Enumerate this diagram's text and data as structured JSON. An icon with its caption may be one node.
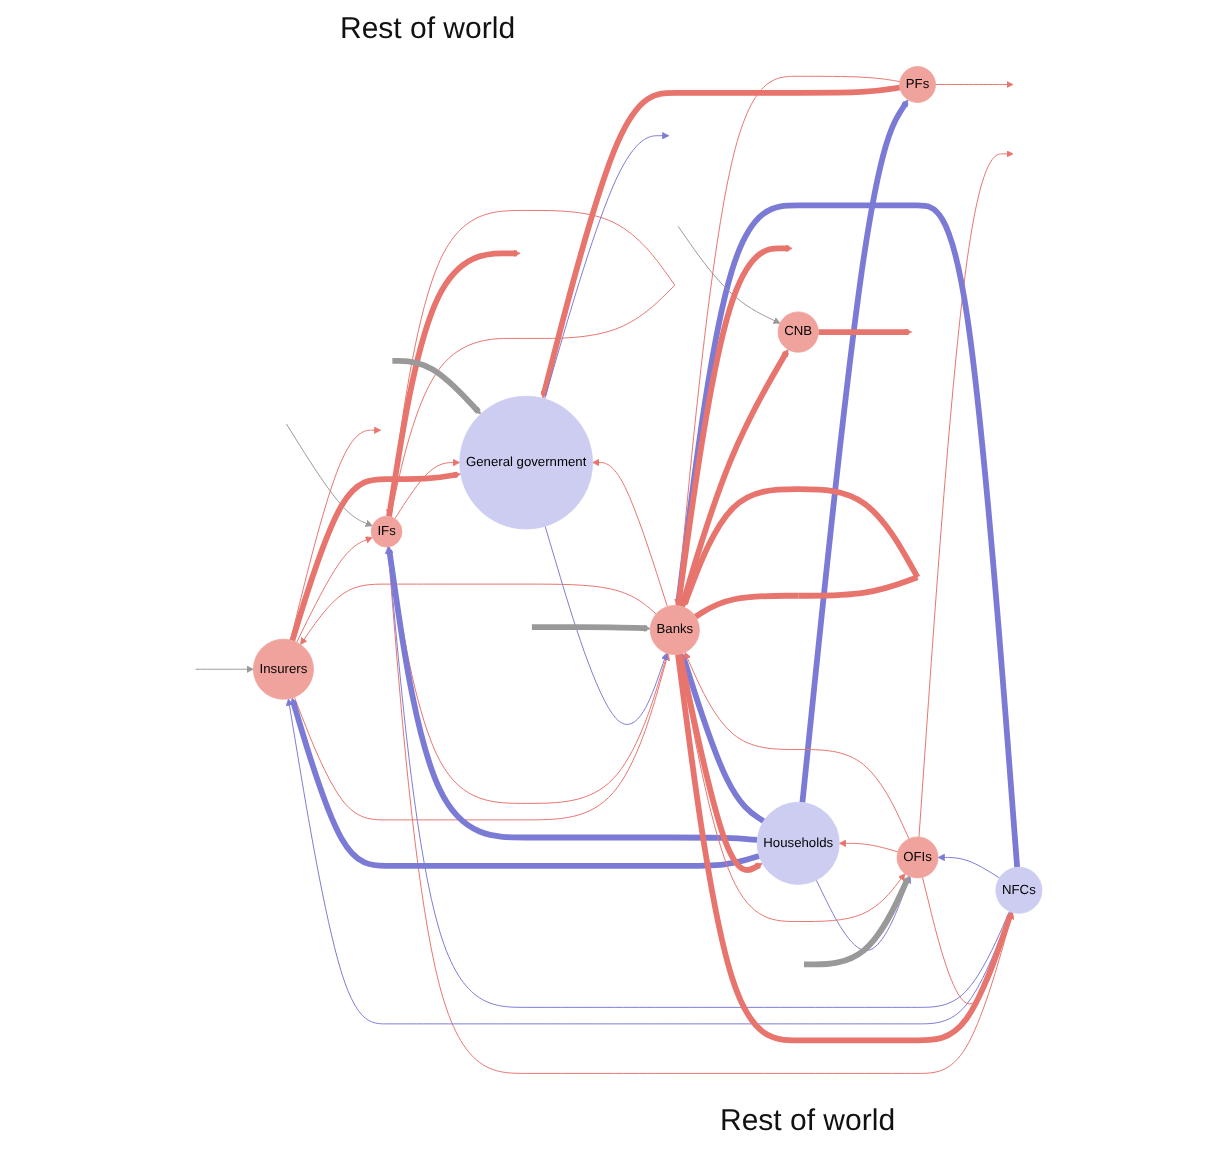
{
  "diagram": {
    "nodes": [
      {
        "text": [
          "Insurers"
        ]
      },
      {
        "text": [
          "IFs"
        ]
      },
      {
        "text": [
          "PFs"
        ]
      },
      {
        "text": [
          "Households"
        ]
      },
      {
        "text": [
          "OFIs"
        ]
      },
      {
        "text": [
          "General government"
        ]
      },
      {
        "text": [
          "NFCs"
        ]
      },
      {
        "text": [
          "Banks"
        ]
      },
      {
        "text": [
          "CNB"
        ]
      }
    ],
    "edges": [
      {
        "from": 0,
        "to": null,
        "arrow": "to"
      },
      {
        "from": null,
        "to": 0,
        "arrow": "to",
        "color": "#999999"
      },
      {
        "from": 0,
        "to": 1,
        "arrow": "to"
      },
      {
        "from": 0,
        "to": 5,
        "arrow": "to",
        "style": "thick"
      },
      {
        "from": 0,
        "to": 7,
        "arrow": "to"
      },
      {
        "from": 7,
        "to": 0,
        "arrow": "to"
      },
      {
        "from": 1,
        "to": null,
        "arrow": "to",
        "style": "thick"
      },
      {
        "from": null,
        "to": 1,
        "arrow": "to",
        "color": "#999999"
      },
      {
        "from": 1,
        "to": 1,
        "arrow": "to"
      },
      {
        "from": 1,
        "to": 5,
        "arrow": "to"
      },
      {
        "from": 1,
        "to": 7,
        "arrow": "to"
      },
      {
        "from": 1,
        "to": 6,
        "arrow": "to"
      },
      {
        "from": 3,
        "to": 0,
        "arrow": "to",
        "style": "thick",
        "color": "#7b7bd6"
      },
      {
        "from": 3,
        "to": 1,
        "arrow": "to",
        "style": "thick",
        "color": "#7b7bd6"
      },
      {
        "from": 3,
        "to": 2,
        "arrow": "to",
        "style": "thick",
        "color": "#7b7bd6"
      },
      {
        "from": 3,
        "to": 7,
        "arrow": "to",
        "style": "thick",
        "color": "#7b7bd6"
      },
      {
        "from": 6,
        "to": 0,
        "arrow": "to",
        "color": "#7b7bd6"
      },
      {
        "from": 6,
        "to": 1,
        "arrow": "to",
        "color": "#7b7bd6"
      },
      {
        "from": 7,
        "to": 3,
        "arrow": "to",
        "style": "thick"
      },
      {
        "from": 4,
        "to": 3,
        "arrow": "to"
      },
      {
        "from": 3,
        "to": 4,
        "arrow": "to",
        "color": "#7b7bd6"
      },
      {
        "from": null,
        "to": 4,
        "arrow": "to",
        "style": "thick",
        "color": "#999999"
      },
      {
        "from": 4,
        "to": null,
        "arrow": "to"
      },
      {
        "from": 6,
        "to": 4,
        "arrow": "to",
        "color": "#7b7bd6"
      },
      {
        "from": 4,
        "to": 6,
        "arrow": "to"
      },
      {
        "from": 4,
        "to": 7,
        "arrow": "to"
      },
      {
        "from": 7,
        "to": 4,
        "arrow": "to"
      },
      {
        "from": 6,
        "to": 7,
        "arrow": "to",
        "style": "thick",
        "color": "#7b7bd6"
      },
      {
        "from": 7,
        "to": 6,
        "arrow": "to",
        "style": "thick"
      },
      {
        "from": 2,
        "to": null,
        "arrow": "to"
      },
      {
        "from": 2,
        "to": 5,
        "arrow": "to",
        "style": "thick"
      },
      {
        "from": 2,
        "to": 7,
        "arrow": "to"
      },
      {
        "from": 5,
        "to": null,
        "arrow": "to",
        "color": "#7b7bd6"
      },
      {
        "from": null,
        "to": 5,
        "arrow": "to",
        "style": "thick",
        "color": "#999999"
      },
      {
        "from": 5,
        "to": 7,
        "arrow": "to",
        "color": "#7b7bd6"
      },
      {
        "from": 7,
        "to": 5,
        "arrow": "to"
      },
      {
        "from": 7,
        "to": 8,
        "arrow": "to",
        "style": "thick"
      },
      {
        "from": 8,
        "to": null,
        "arrow": "to",
        "style": "thick"
      },
      {
        "from": null,
        "to": 8,
        "arrow": "to",
        "color": "#999999"
      },
      {
        "from": 7,
        "to": 7,
        "arrow": "to",
        "style": "thick"
      },
      {
        "from": 7,
        "to": null,
        "arrow": "to",
        "style": "thick"
      },
      {
        "from": null,
        "to": 7,
        "arrow": "to",
        "style": "thick",
        "color": "#999999"
      }
    ],
    "labels": [
      "Rest of world",
      "Rest of world"
    ]
  }
}
